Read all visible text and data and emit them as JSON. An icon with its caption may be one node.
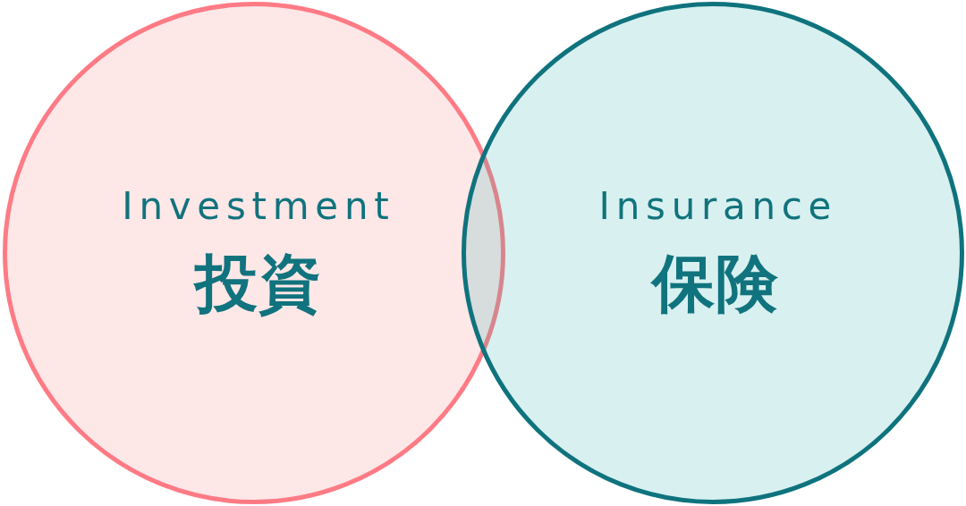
{
  "diagram": {
    "nodes": [
      {
        "text": [
          "Investment",
          "投資"
        ]
      },
      {
        "text": [
          "Insurance",
          "保険"
        ]
      }
    ]
  }
}
